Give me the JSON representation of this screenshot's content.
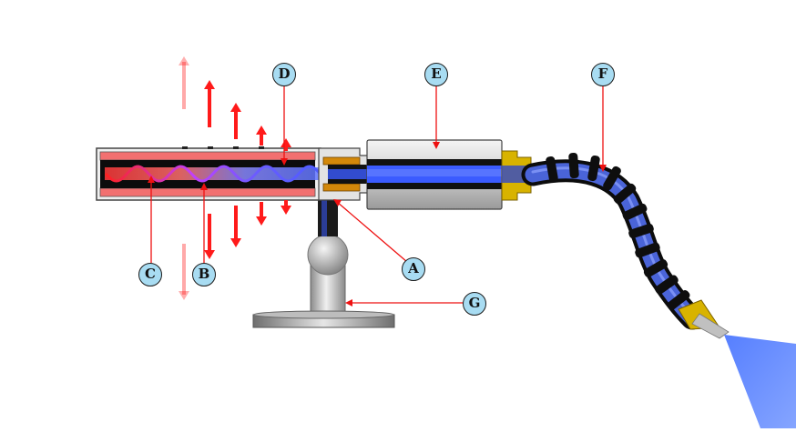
{
  "diagram": {
    "callouts": [
      {
        "id": "A",
        "label": "A"
      },
      {
        "id": "B",
        "label": "B"
      },
      {
        "id": "C",
        "label": "C"
      },
      {
        "id": "D",
        "label": "D"
      },
      {
        "id": "E",
        "label": "E"
      },
      {
        "id": "F",
        "label": "F"
      },
      {
        "id": "G",
        "label": "G"
      }
    ],
    "colors": {
      "heat_arrow": "#ff1a1a",
      "heater_band": "#f26b6b",
      "inner_glow": "#ff3333",
      "flow_blue": "#3b5bff",
      "brass": "#d9b400",
      "body_gray": "#d4d4d4",
      "hose_blue": "#4a64d8",
      "spray": "#5f86ff",
      "callout_fill": "#a8dcf2"
    }
  }
}
